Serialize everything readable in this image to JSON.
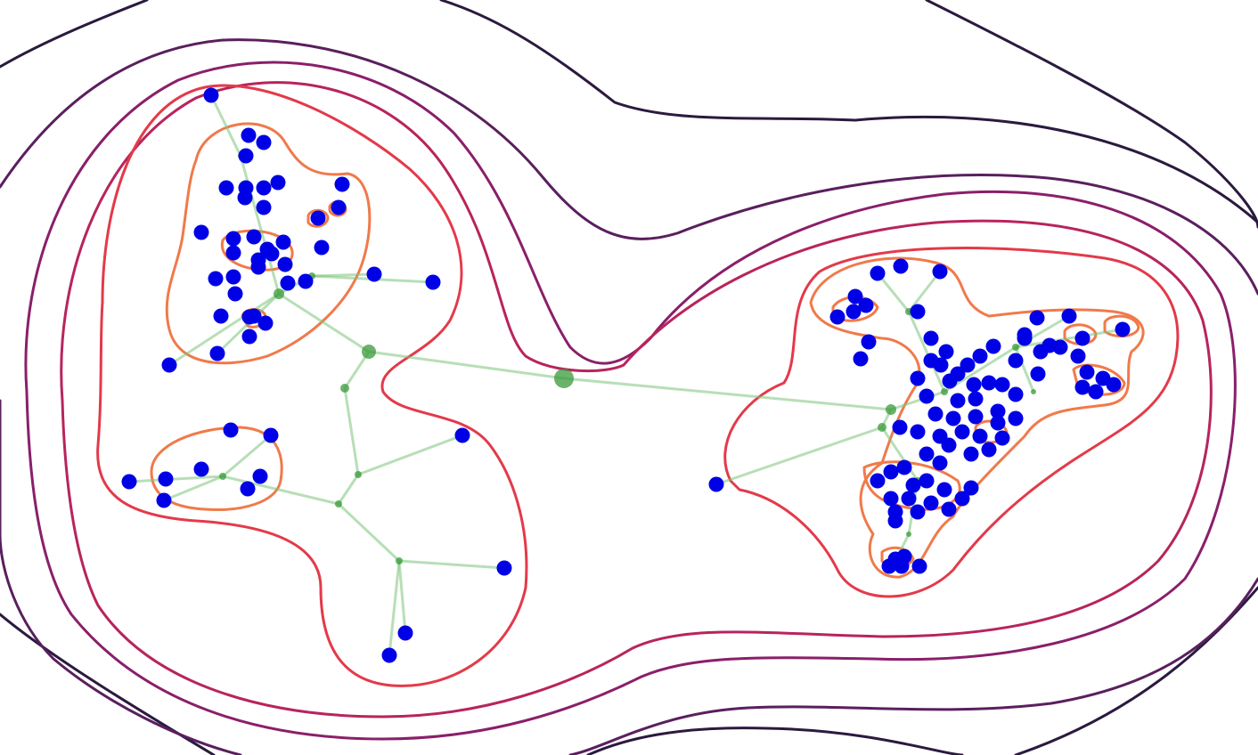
{
  "figure": {
    "kind": "hierarchical-clustering-tree-over-density-contours",
    "background": "#ffffff",
    "colors": {
      "leaf_node": "#0000e6",
      "internal_node": "#3a9a3a",
      "edge": "#7cc47c",
      "contour_levels": [
        "#2b1a3f",
        "#5a1f5e",
        "#8a1f6a",
        "#b8245c",
        "#e33a4a",
        "#f07a4a"
      ]
    },
    "contour_level_count": 6,
    "clusters": [
      {
        "id": "left-top-cluster",
        "leaf_count": 38
      },
      {
        "id": "left-bottom-cluster",
        "leaf_count": 9
      },
      {
        "id": "right-cluster",
        "leaf_count": 90
      }
    ],
    "outlier_leaves": 6,
    "root_node_label": ""
  }
}
